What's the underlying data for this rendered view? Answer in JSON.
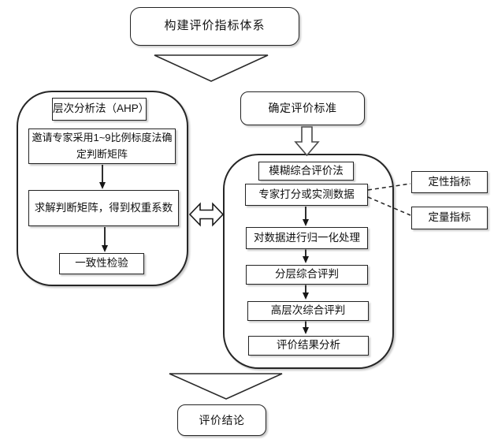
{
  "diagram": {
    "title": "构建评价指标体系",
    "ahp": {
      "header": "层次分析法（AHP）",
      "steps": [
        "邀请专家采用1~9比例标度法确定判断矩阵",
        "求解判断矩阵，得到权重系数",
        "一致性检验"
      ]
    },
    "criteria": "确定评价标准",
    "fuzzy": {
      "header": "模糊综合评价法",
      "steps": [
        "专家打分或实测数据",
        "对数据进行归一化处理",
        "分层综合评判",
        "高层次综合评判",
        "评价结果分析"
      ]
    },
    "indicators": {
      "qualitative": "定性指标",
      "quantitative": "定量指标"
    },
    "conclusion": "评价结论",
    "colors": {
      "stroke": "#1f1f1f",
      "fill": "#ffffff",
      "text": "#111111"
    }
  }
}
